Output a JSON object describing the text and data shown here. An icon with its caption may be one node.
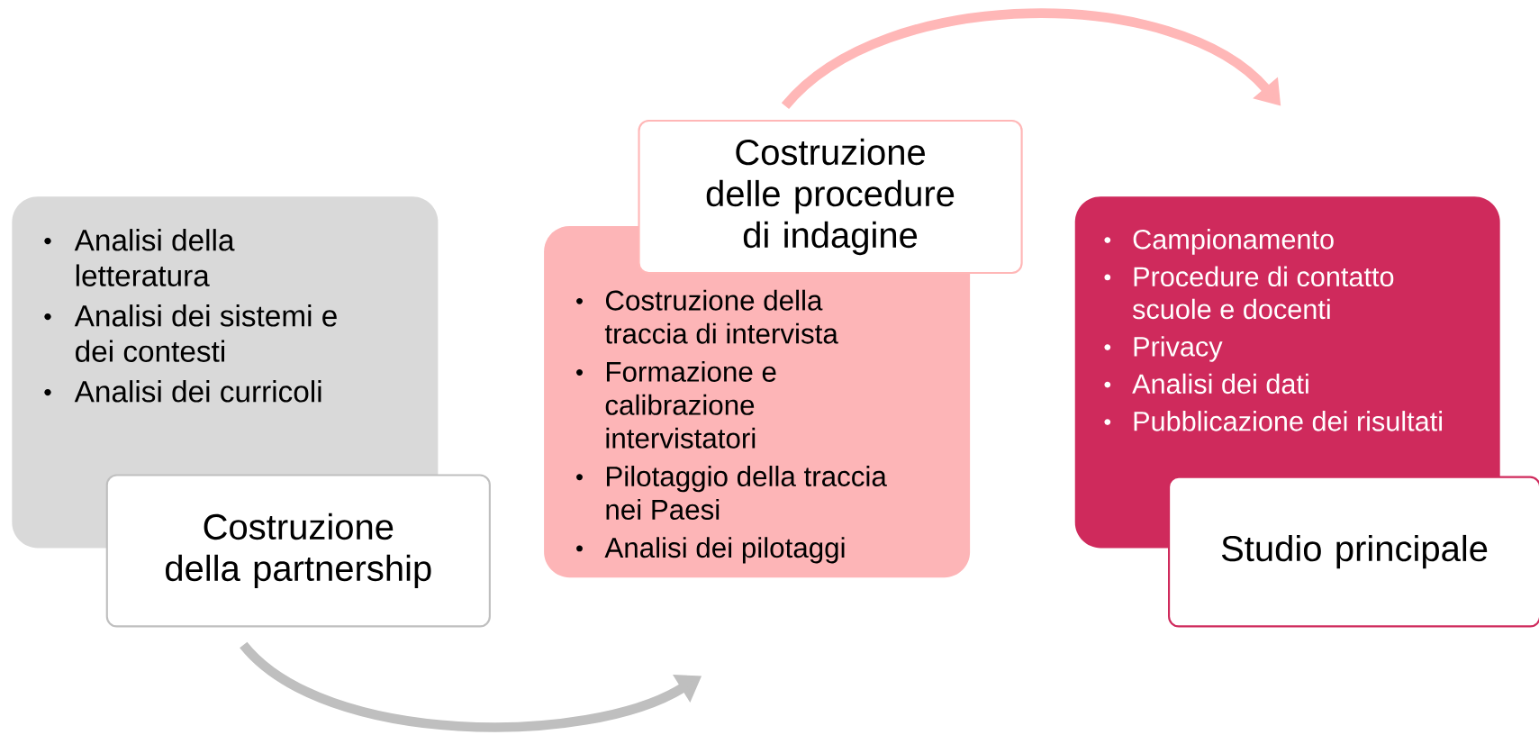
{
  "diagram": {
    "nodes": [
      {
        "text": [
          "Analisi della letteratura",
          "Analisi dei sistemi e dei contesti",
          "Analisi dei curricoli"
        ]
      },
      {
        "text": [
          "Costruzione della partnership"
        ]
      },
      {
        "text": [
          "Costruzione della traccia di intervista",
          "Formazione e calibrazione intervistatori",
          "Pilotaggio della traccia nei Paesi",
          "Analisi dei pilotaggi"
        ]
      },
      {
        "text": [
          "Costruzione delle procedure di indagine"
        ]
      },
      {
        "text": [
          "Campionamento",
          "Procedure di contatto scuole e docenti",
          "Privacy",
          "Analisi dei dati",
          "Pubblicazione dei risultati"
        ]
      },
      {
        "text": [
          "Studio principale"
        ]
      }
    ],
    "edges": [
      {
        "from": 1,
        "to": 2,
        "arrow": "to",
        "color": "#bfbfbf"
      },
      {
        "from": 3,
        "to": 4,
        "arrow": "to",
        "color": "#ffb7b7"
      }
    ]
  }
}
